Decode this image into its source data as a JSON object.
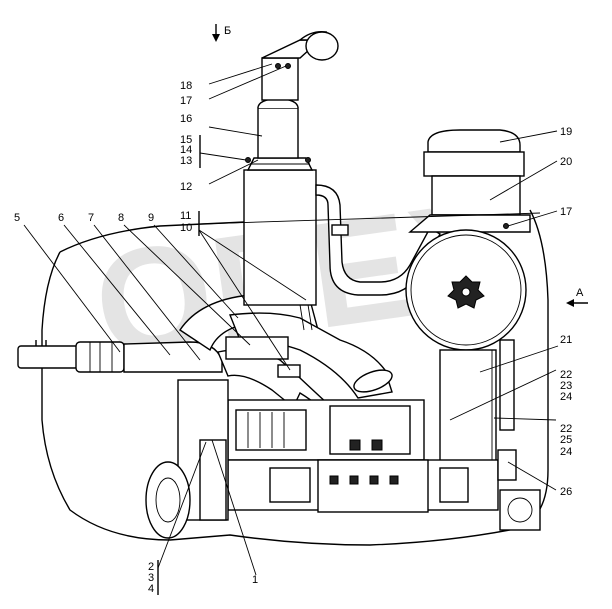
{
  "view_marks": {
    "top": "Б",
    "side": "А"
  },
  "watermark": "OPEX",
  "callouts": {
    "c1": "1",
    "c2": "2",
    "c3": "3",
    "c4": "4",
    "c5": "5",
    "c6": "6",
    "c7": "7",
    "c8": "8",
    "c9": "9",
    "c10": "10",
    "c11": "11",
    "c12": "12",
    "c13": "13",
    "c14": "14",
    "c15": "15",
    "c16": "16",
    "c17a": "17",
    "c17b": "17",
    "c18": "18",
    "c19": "19",
    "c20": "20",
    "c21": "21",
    "c22a": "22",
    "c23": "23",
    "c24a": "24",
    "c22b": "22",
    "c25": "25",
    "c24b": "24",
    "c26": "26"
  }
}
